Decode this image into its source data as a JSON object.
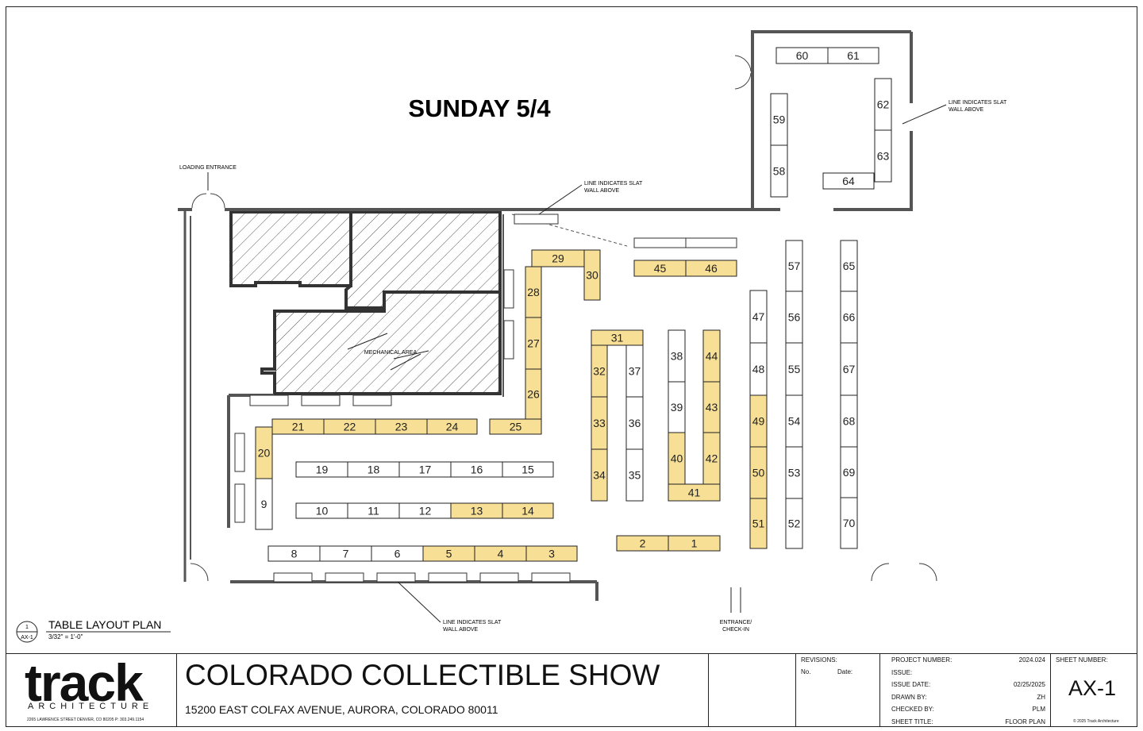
{
  "sheet_heading": "SUNDAY 5/4",
  "colors": {
    "highlight": "#f7df95",
    "line": "#333333",
    "hatch": "#555555"
  },
  "notes": {
    "loading_entrance": "LOADING ENTRANCE",
    "slat_wall_line1": "LINE INDICATES SLAT",
    "slat_wall_line2": "WALL ABOVE",
    "mechanical_area": "MECHANICAL AREA",
    "entrance_line1": "ENTRANCE/",
    "entrance_line2": "CHECK-IN"
  },
  "tables": [
    {
      "n": "1",
      "hl": true
    },
    {
      "n": "2",
      "hl": true
    },
    {
      "n": "3",
      "hl": true
    },
    {
      "n": "4",
      "hl": true
    },
    {
      "n": "5",
      "hl": true
    },
    {
      "n": "6",
      "hl": false
    },
    {
      "n": "7",
      "hl": false
    },
    {
      "n": "8",
      "hl": false
    },
    {
      "n": "9",
      "hl": false
    },
    {
      "n": "10",
      "hl": false
    },
    {
      "n": "11",
      "hl": false
    },
    {
      "n": "12",
      "hl": false
    },
    {
      "n": "13",
      "hl": true
    },
    {
      "n": "14",
      "hl": true
    },
    {
      "n": "15",
      "hl": false
    },
    {
      "n": "16",
      "hl": false
    },
    {
      "n": "17",
      "hl": false
    },
    {
      "n": "18",
      "hl": false
    },
    {
      "n": "19",
      "hl": false
    },
    {
      "n": "20",
      "hl": true
    },
    {
      "n": "21",
      "hl": true
    },
    {
      "n": "22",
      "hl": true
    },
    {
      "n": "23",
      "hl": true
    },
    {
      "n": "24",
      "hl": true
    },
    {
      "n": "25",
      "hl": true
    },
    {
      "n": "26",
      "hl": true
    },
    {
      "n": "27",
      "hl": true
    },
    {
      "n": "28",
      "hl": true
    },
    {
      "n": "29",
      "hl": true
    },
    {
      "n": "30",
      "hl": true
    },
    {
      "n": "31",
      "hl": true
    },
    {
      "n": "32",
      "hl": true
    },
    {
      "n": "33",
      "hl": true
    },
    {
      "n": "34",
      "hl": true
    },
    {
      "n": "35",
      "hl": false
    },
    {
      "n": "36",
      "hl": false
    },
    {
      "n": "37",
      "hl": false
    },
    {
      "n": "38",
      "hl": false
    },
    {
      "n": "39",
      "hl": false
    },
    {
      "n": "40",
      "hl": true
    },
    {
      "n": "41",
      "hl": true
    },
    {
      "n": "42",
      "hl": true
    },
    {
      "n": "43",
      "hl": true
    },
    {
      "n": "44",
      "hl": true
    },
    {
      "n": "45",
      "hl": true
    },
    {
      "n": "46",
      "hl": true
    },
    {
      "n": "47",
      "hl": false
    },
    {
      "n": "48",
      "hl": false
    },
    {
      "n": "49",
      "hl": true
    },
    {
      "n": "50",
      "hl": true
    },
    {
      "n": "51",
      "hl": true
    },
    {
      "n": "52",
      "hl": false
    },
    {
      "n": "53",
      "hl": false
    },
    {
      "n": "54",
      "hl": false
    },
    {
      "n": "55",
      "hl": false
    },
    {
      "n": "56",
      "hl": false
    },
    {
      "n": "57",
      "hl": false
    },
    {
      "n": "58",
      "hl": false
    },
    {
      "n": "59",
      "hl": false
    },
    {
      "n": "60",
      "hl": false
    },
    {
      "n": "61",
      "hl": false
    },
    {
      "n": "62",
      "hl": false
    },
    {
      "n": "63",
      "hl": false
    },
    {
      "n": "64",
      "hl": false
    },
    {
      "n": "65",
      "hl": false
    },
    {
      "n": "66",
      "hl": false
    },
    {
      "n": "67",
      "hl": false
    },
    {
      "n": "68",
      "hl": false
    },
    {
      "n": "69",
      "hl": false
    },
    {
      "n": "70",
      "hl": false
    }
  ],
  "plan_label": {
    "num": "1",
    "sheet": "AX-1",
    "title": "TABLE LAYOUT PLAN",
    "scale": "3/32\" = 1'-0\""
  },
  "title_block": {
    "logo": "track",
    "logo_sub": "ARCHITECTURE",
    "firm_address": "2265 LAWRENCE STREET DENVER, CO 80205   P: 303.249.1154",
    "project_title": "COLORADO COLLECTIBLE SHOW",
    "project_address": "15200 EAST COLFAX AVENUE, AURORA, COLORADO 80011",
    "revisions_label": "REVISIONS:",
    "no_label": "No.",
    "date_label": "Date:",
    "fields": [
      {
        "label": "PROJECT NUMBER:",
        "value": "2024.024"
      },
      {
        "label": "ISSUE:",
        "value": ""
      },
      {
        "label": "ISSUE DATE:",
        "value": "02/25/2025"
      },
      {
        "label": "DRAWN BY:",
        "value": "ZH"
      },
      {
        "label": "CHECKED BY:",
        "value": "PLM"
      },
      {
        "label": "SHEET TITLE:",
        "value": "FLOOR PLAN"
      }
    ],
    "sheet_number_label": "SHEET NUMBER:",
    "sheet_number": "AX-1",
    "copyright": "© 2025 Track Architecture"
  }
}
